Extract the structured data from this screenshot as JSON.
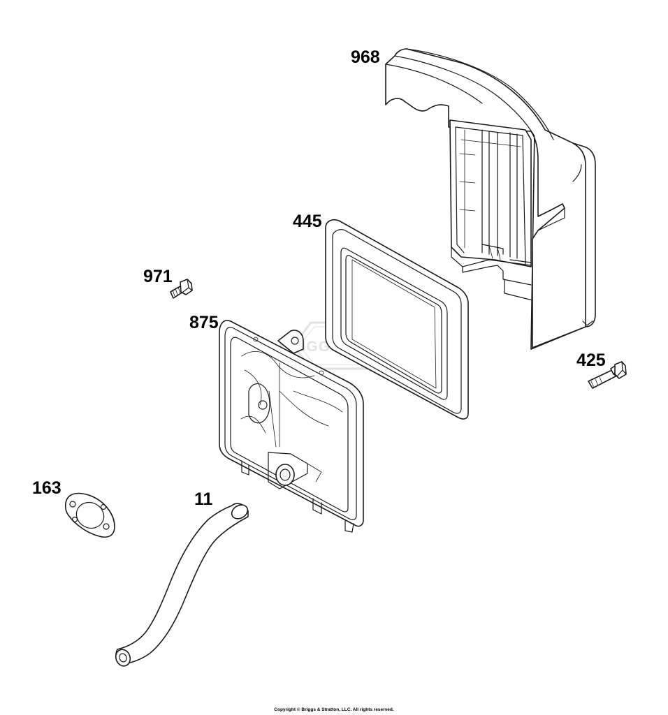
{
  "parts": [
    {
      "id": "p968",
      "number": "968"
    },
    {
      "id": "p445",
      "number": "445"
    },
    {
      "id": "p971",
      "number": "971"
    },
    {
      "id": "p875",
      "number": "875"
    },
    {
      "id": "p425",
      "number": "425"
    },
    {
      "id": "p163",
      "number": "163"
    },
    {
      "id": "p11",
      "number": "11"
    }
  ],
  "watermark": "BRIGGS&STRATTON",
  "copyright": "Copyright © Briggs & Stratton, LLC. All rights reserved.",
  "colors": {
    "line": "#1a1a1a",
    "background": "#ffffff",
    "watermark": "#d8d8d8"
  }
}
